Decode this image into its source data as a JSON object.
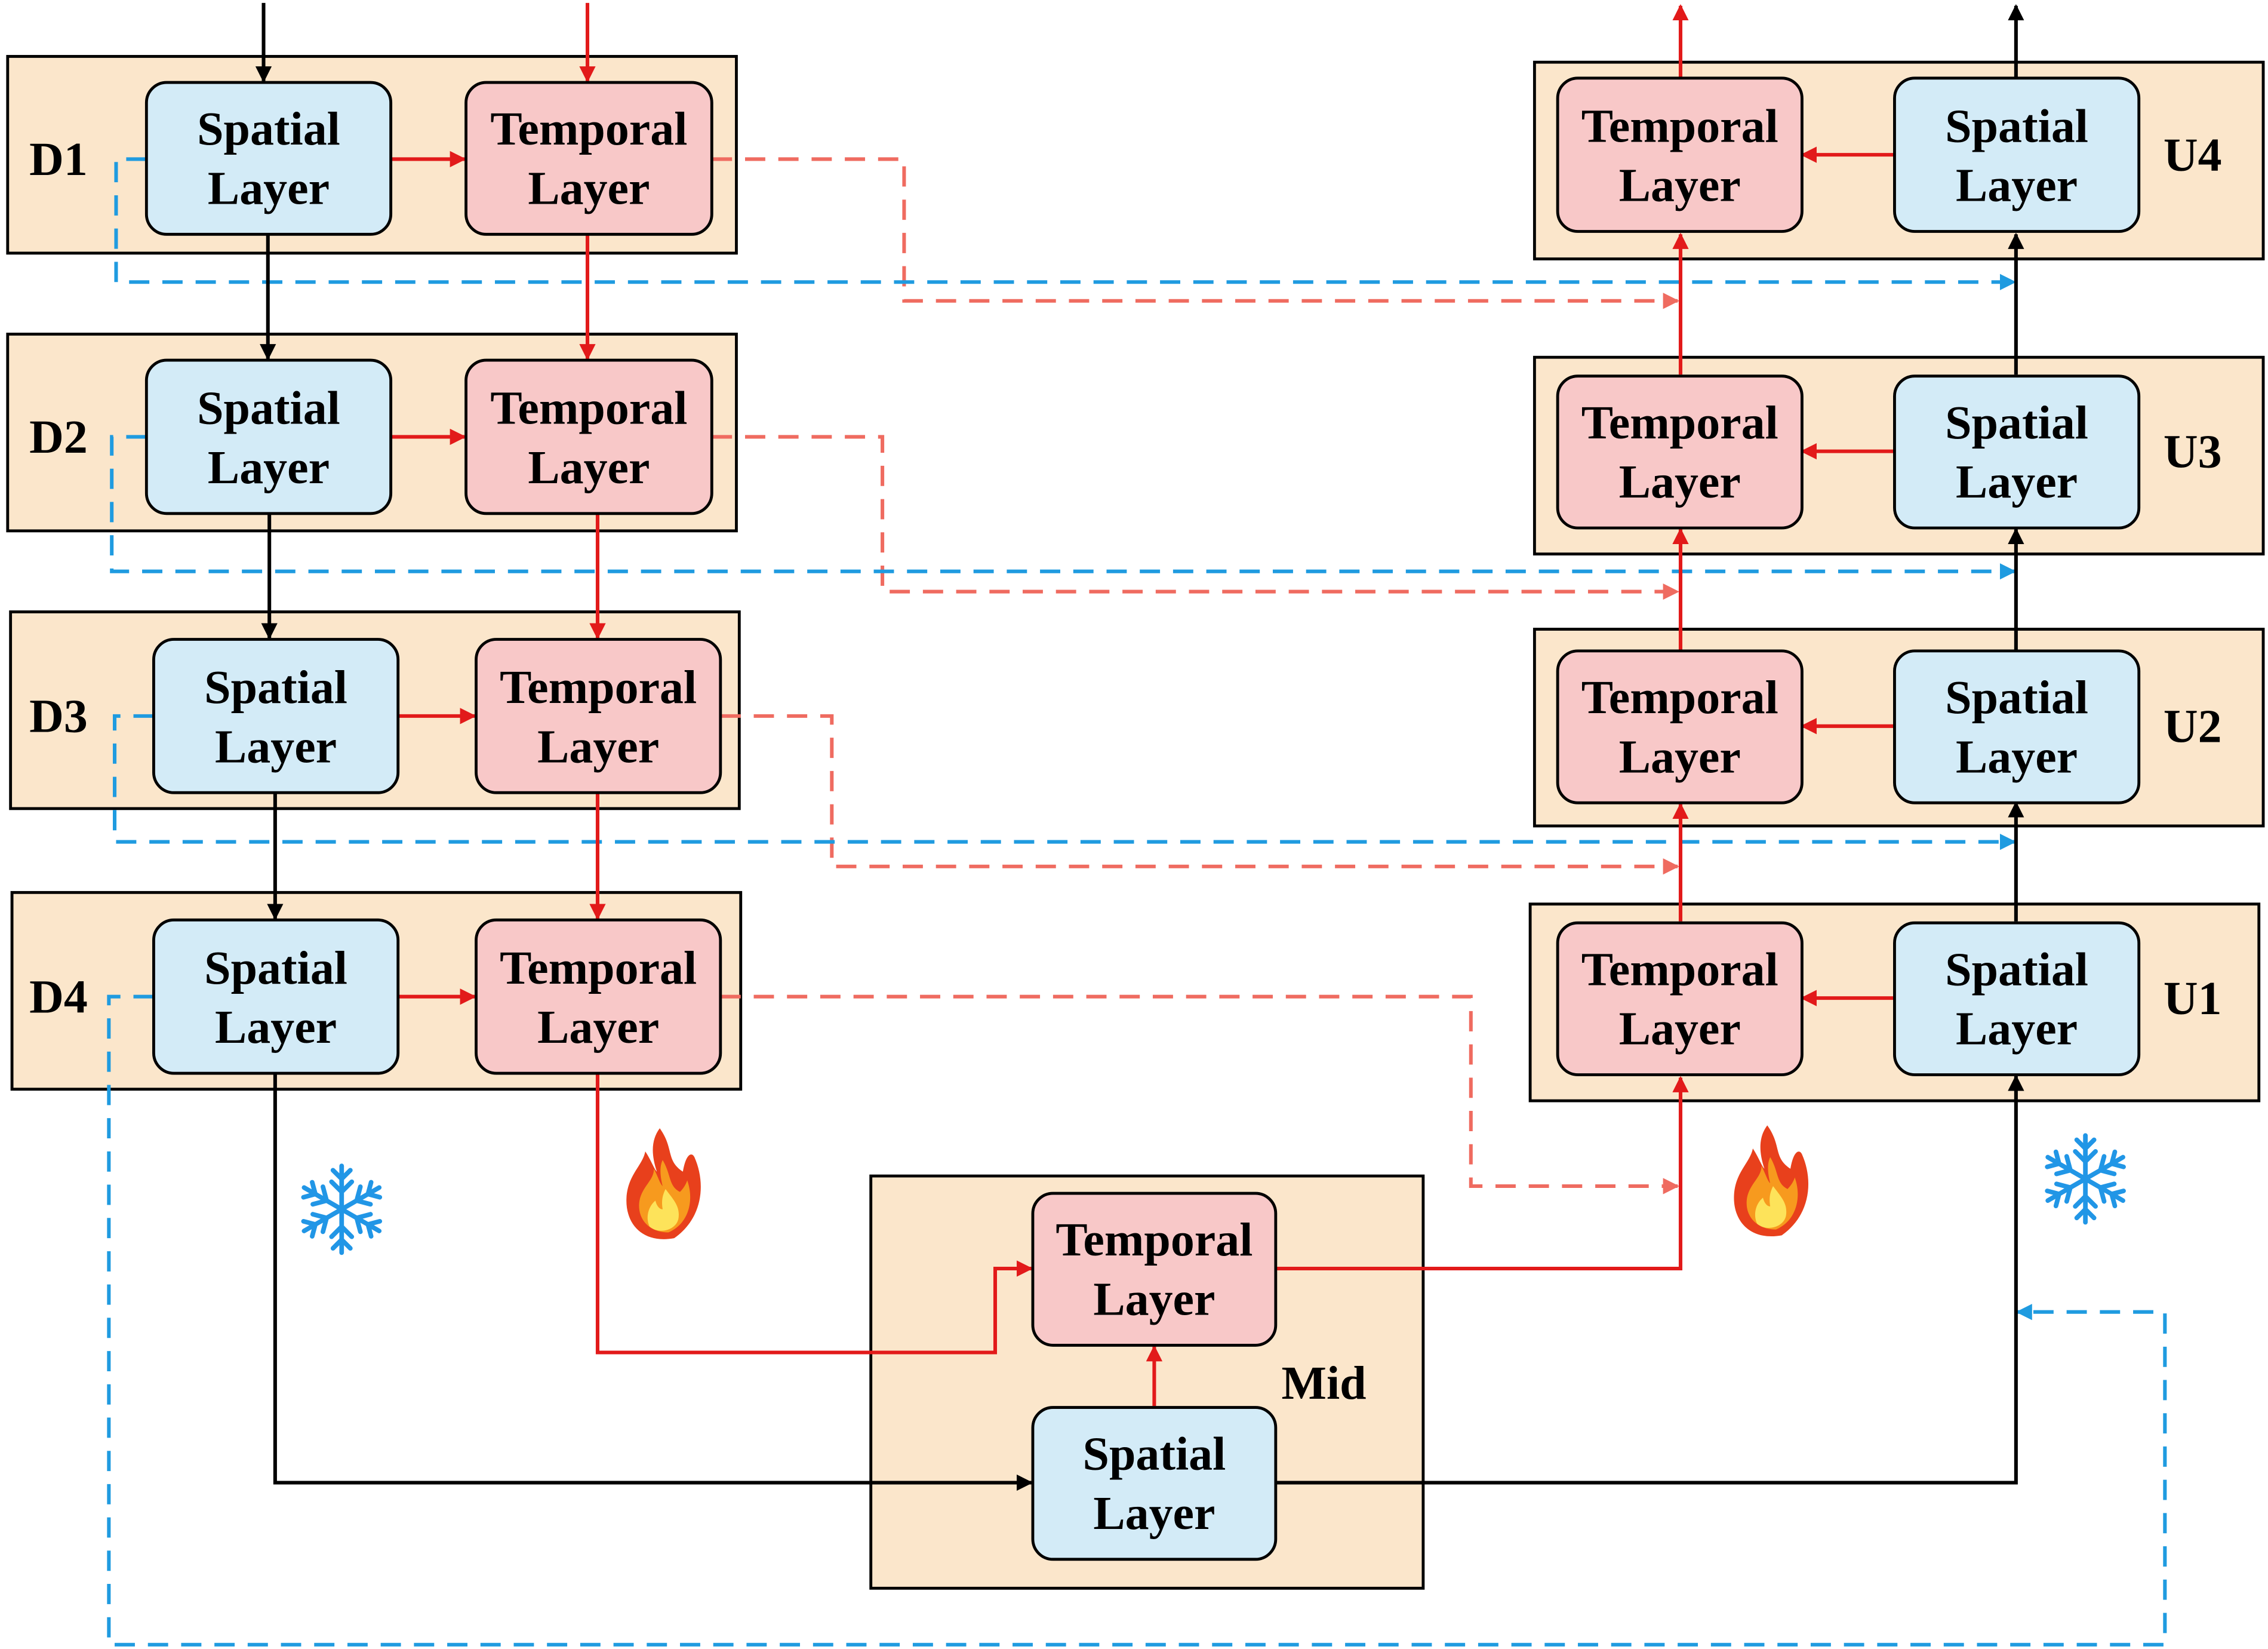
{
  "colors": {
    "stage_fill": "#fbe6cb",
    "spatial_fill": "#d3ebf7",
    "temporal_fill": "#f8c8c8",
    "black_arrow": "#000000",
    "red_arrow": "#e21a1a",
    "salmon_dashed": "#ef6b60",
    "blue_dashed": "#1f9be0",
    "snowflake": "#2196e6",
    "flame_outer": "#e8401c",
    "flame_mid": "#f79a1e",
    "flame_inner": "#fde35a"
  },
  "layer_labels": {
    "spatial_line1": "Spatial",
    "temporal_line1": "Temporal",
    "line2": "Layer"
  },
  "stages": {
    "d1": "D1",
    "d2": "D2",
    "d3": "D3",
    "d4": "D4",
    "mid": "Mid",
    "u1": "U1",
    "u2": "U2",
    "u3": "U3",
    "u4": "U4"
  },
  "icons": {
    "frozen": "snowflake-icon",
    "trainable": "flame-icon"
  }
}
